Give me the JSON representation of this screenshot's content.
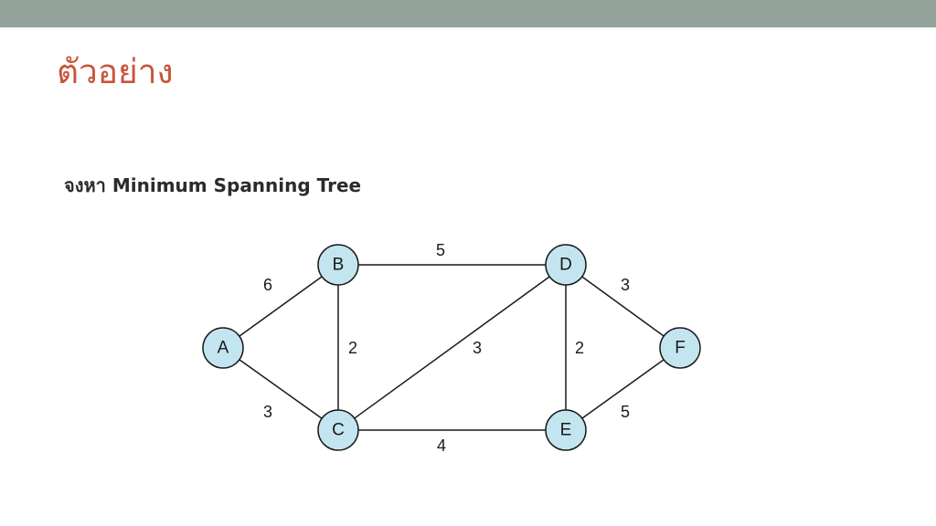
{
  "slide": {
    "title": "ตัวอย่าง",
    "prompt": "จงหา Minimum Spanning Tree"
  },
  "graph": {
    "nodes": [
      "A",
      "B",
      "C",
      "D",
      "E",
      "F"
    ],
    "edges": [
      {
        "from": "A",
        "to": "B",
        "weight": "6"
      },
      {
        "from": "A",
        "to": "C",
        "weight": "3"
      },
      {
        "from": "B",
        "to": "C",
        "weight": "2"
      },
      {
        "from": "B",
        "to": "D",
        "weight": "5"
      },
      {
        "from": "C",
        "to": "D",
        "weight": "3"
      },
      {
        "from": "C",
        "to": "E",
        "weight": "4"
      },
      {
        "from": "D",
        "to": "E",
        "weight": "2"
      },
      {
        "from": "D",
        "to": "F",
        "weight": "3"
      },
      {
        "from": "E",
        "to": "F",
        "weight": "5"
      }
    ]
  },
  "colors": {
    "top_bar": "#93a29b",
    "title": "#c8553a",
    "node_fill": "#c3e5f0",
    "node_stroke": "#1a1a1a",
    "edge": "#1a1a1a",
    "label": "#1a1a1a"
  }
}
